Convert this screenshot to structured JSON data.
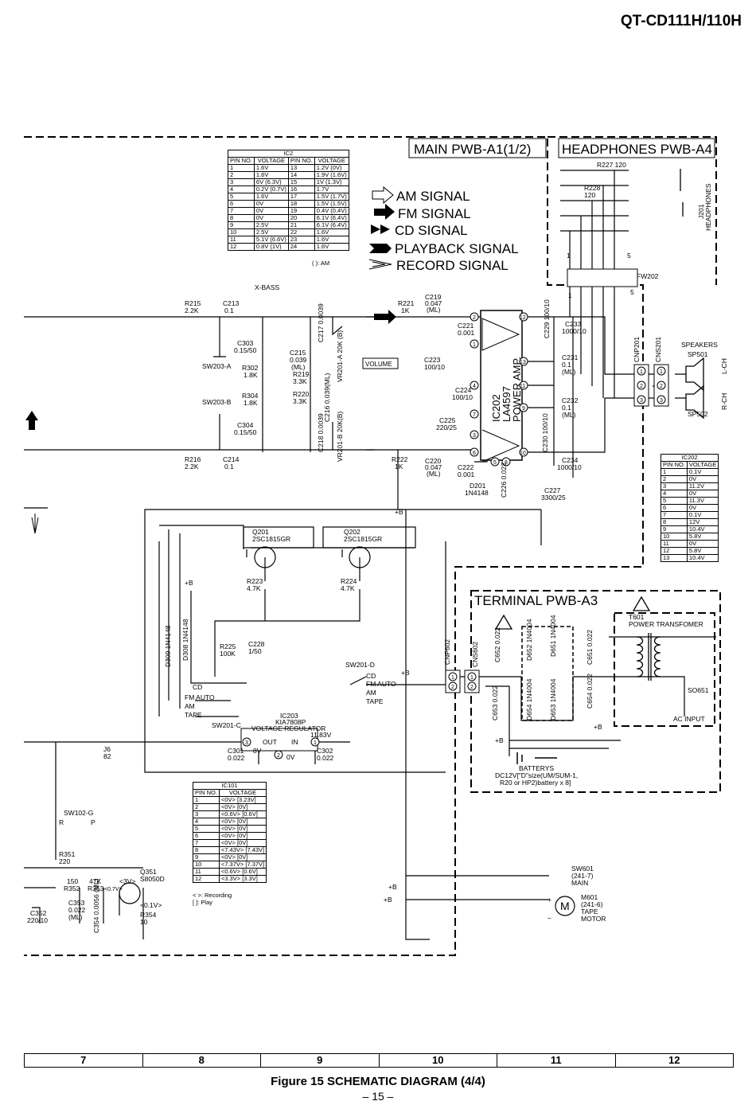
{
  "model": "QT-CD111H/110H",
  "caption": "Figure 15 SCHEMATIC DIAGRAM (4/4)",
  "page_number": "– 15 –",
  "grid_columns": [
    "7",
    "8",
    "9",
    "10",
    "11",
    "12"
  ],
  "boards": {
    "main": "MAIN PWB-A1(1/2)",
    "headphones": "HEADPHONES PWB-A4",
    "terminal": "TERMINAL PWB-A3"
  },
  "legend": [
    "AM SIGNAL",
    "FM SIGNAL",
    "CD SIGNAL",
    "PLAYBACK SIGNAL",
    "RECORD SIGNAL"
  ],
  "ic2": {
    "title": "IC2",
    "headers": [
      "PIN NO.",
      "VOLTAGE",
      "PIN NO.",
      "VOLTAGE"
    ],
    "rows": [
      [
        "1",
        "1.6V",
        "13",
        "1.2V (0V)"
      ],
      [
        "2",
        "1.6V",
        "14",
        "1.9V (1.6V)"
      ],
      [
        "3",
        "6V (6.3V)",
        "15",
        "1V (1.3V)"
      ],
      [
        "4",
        "0.2V (0.7V)",
        "16",
        "1.7V"
      ],
      [
        "5",
        "1.6V",
        "17",
        "1.5V (1.7V)"
      ],
      [
        "6",
        "0V",
        "18",
        "1.5V (1.5V)"
      ],
      [
        "7",
        "0V",
        "19",
        "0.4V (0.4V)"
      ],
      [
        "8",
        "0V",
        "20",
        "6.1V (6.4V)"
      ],
      [
        "9",
        "2.5V",
        "21",
        "6.1V (6.4V)"
      ],
      [
        "10",
        "2.5V",
        "22",
        "1.6V"
      ],
      [
        "11",
        "5.1V (6.6V)",
        "23",
        "1.6V"
      ],
      [
        "12",
        "0.8V (1V)",
        "24",
        "1.6V"
      ]
    ],
    "note": "(   ): AM"
  },
  "ic202": {
    "title": "IC202",
    "headers": [
      "PIN NO.",
      "VOLTAGE"
    ],
    "rows": [
      [
        "1",
        "0.1V"
      ],
      [
        "2",
        "0V"
      ],
      [
        "3",
        "11.2V"
      ],
      [
        "4",
        "0V"
      ],
      [
        "5",
        "11.3V"
      ],
      [
        "6",
        "0V"
      ],
      [
        "7",
        "0.1V"
      ],
      [
        "8",
        "12V"
      ],
      [
        "9",
        "10.4V"
      ],
      [
        "10",
        "5.8V"
      ],
      [
        "11",
        "0V"
      ],
      [
        "12",
        "5.8V"
      ],
      [
        "13",
        "10.4V"
      ]
    ]
  },
  "ic101": {
    "title": "IC101",
    "headers": [
      "PIN NO.",
      "VOLTAGE"
    ],
    "rows": [
      [
        "1",
        "<0V> [3.23V]"
      ],
      [
        "2",
        "<0V> [0V]"
      ],
      [
        "3",
        "<0.6V> [0.6V]"
      ],
      [
        "4",
        "<0V> [0V]"
      ],
      [
        "5",
        "<0V> [0V]"
      ],
      [
        "6",
        "<0V> [0V]"
      ],
      [
        "7",
        "<0V> [0V]"
      ],
      [
        "8",
        "<7.43V> [7.43V]"
      ],
      [
        "9",
        "<0V> [0V]"
      ],
      [
        "10",
        "<7.37V> [7.37V]"
      ],
      [
        "11",
        "<0.6V> [0.6V]"
      ],
      [
        "12",
        "<3.3V> [3.3V]"
      ]
    ],
    "notes": [
      "<     >: Recording",
      "[     ]: Play"
    ]
  },
  "labels": {
    "xbass": "X-BASS",
    "volume": "VOLUME",
    "ic202_a": "IC202",
    "ic202_b": "LA4597",
    "ic202_c": "POWER AMP.",
    "speakers": "SPEAKERS",
    "sp501": "SP501",
    "sp502": "SP502",
    "lch": "L-CH",
    "rch": "R-CH",
    "j201a": "J201",
    "j201b": "HEADPHONES",
    "fw202": "FW202",
    "cnp201": "CNP201",
    "cns201": "CNS201",
    "r227": "R227 120",
    "r228a": "R228",
    "r228b": "120",
    "r215a": "R215",
    "r215b": "2.2K",
    "c213a": "C213",
    "c213b": "0.1",
    "r216a": "R216",
    "r216b": "2.2K",
    "c214a": "C214",
    "c214b": "0.1",
    "c303a": "C303",
    "c303b": "0.15/50",
    "c304a": "C304",
    "c304b": "0.15/50",
    "r302a": "R302",
    "r302b": "1.8K",
    "r304a": "R304",
    "r304b": "1.8K",
    "sw203a": "SW203-A",
    "sw203b": "SW203-B",
    "c215a": "C215",
    "c215b": "0.039",
    "c215c": "(ML)",
    "r219a": "R219",
    "r219b": "3.3K",
    "r220a": "R220",
    "r220b": "3.3K",
    "c217": "C217 0.0039",
    "c216": "C216 0.039(ML)",
    "c218": "C218 0.0039",
    "vr201a": "VR201-A 20K (B)",
    "vr201b": "VR201-B 20K(B)",
    "r221a": "R221",
    "r221b": "1K",
    "c219a": "C219",
    "c219b": "0.047",
    "c219c": "(ML)",
    "r222a": "R222",
    "r222b": "1K",
    "c220a": "C220",
    "c220b": "0.047",
    "c220c": "(ML)",
    "c221a": "C221",
    "c221b": "0.001",
    "c222a": "C222",
    "c222b": "0.001",
    "c223a": "C223",
    "c223b": "100/10",
    "c224a": "C224",
    "c224b": "100/10",
    "c225a": "C225",
    "c225b": "220/25",
    "c229": "C229 100/10",
    "c230": "C230 100/10",
    "c231a": "C231",
    "c231b": "0.1",
    "c231c": "(ML)",
    "c232a": "C232",
    "c232b": "0.1",
    "c232c": "(ML)",
    "c233a": "C233",
    "c233b": "1000/10",
    "c234a": "C234",
    "c234b": "1000/10",
    "c226": "C226 0.022",
    "c227a": "C227",
    "c227b": "3300/25",
    "d201a": "D201",
    "d201b": "1N4148",
    "q201a": "Q201",
    "q201b": "2SC1815GR",
    "q202a": "Q202",
    "q202b": "2SC1815GR",
    "r223a": "R223",
    "r223b": "4.7K",
    "r224a": "R224",
    "r224b": "4.7K",
    "r225a": "R225",
    "r225b": "100K",
    "c228a": "C228",
    "c228b": "1/50",
    "d309": "D309 1N4148",
    "d308": "D308 1N4148",
    "cd": "CD",
    "fmauto": "FM AUTO",
    "am": "AM",
    "tape": "TAPE",
    "sw201c": "SW201-C",
    "sw201d": "SW201-D",
    "ic203a": "IC203",
    "ic203b": "KIA7808P",
    "ic203c": "VOLTAGE REGULATOR",
    "v1183": "11.83V",
    "v8": "8V",
    "v0": "0V",
    "out": "OUT",
    "in": "IN",
    "c301a": "C301",
    "c301b": "0.022",
    "c302a": "C302",
    "c302b": "0.022",
    "j6a": "J6",
    "j6b": "82",
    "plusb": "+B",
    "sw102g": "SW102-G",
    "r": "R",
    "p": "P",
    "r351a": "R351",
    "r351b": "220",
    "r352a": "R352",
    "r352b": "150",
    "r353a": "R353",
    "r353b": "47K",
    "v07": "<0.7V>",
    "v3": "<3V>",
    "c353a": "C353",
    "c353b": "0.022",
    "c353c": "(ML)",
    "c354": "C354 0.0056 (ML)",
    "c352a": "C352",
    "c352b": "220/10",
    "q351a": "Q351",
    "q351b": "S8050D",
    "v01": "<0.1V>",
    "r354a": "R354",
    "r354b": "10",
    "cnp602": "CNP602",
    "cns602": "CNS602",
    "c652": "C652 0.022",
    "c653": "C653 0.022",
    "d652": "D652 1N4004",
    "d651": "D651 1N4004",
    "d654": "D654 1N4004",
    "d653": "D653 1N4004",
    "c651": "C651 0.022",
    "c654": "C654 0.022",
    "t601a": "T601",
    "t601b": "POWER TRANSFOMER",
    "so651": "SO651",
    "acinput": "AC INPUT",
    "batt1": "BATTERYS",
    "batt2": "DC12V[\"D\"size(UM/SUM-1,",
    "batt3": "R20 or HP2)battery x 8]",
    "sw601a": "SW601",
    "sw601b": "(241-7)",
    "sw601c": "MAIN",
    "m601a": "M601",
    "m601b": "(241-6)",
    "m601c": "TAPE",
    "m601d": "MOTOR",
    "plus": "+",
    "minus": "–",
    "motor": "M",
    "n1": "1",
    "n5": "5"
  }
}
